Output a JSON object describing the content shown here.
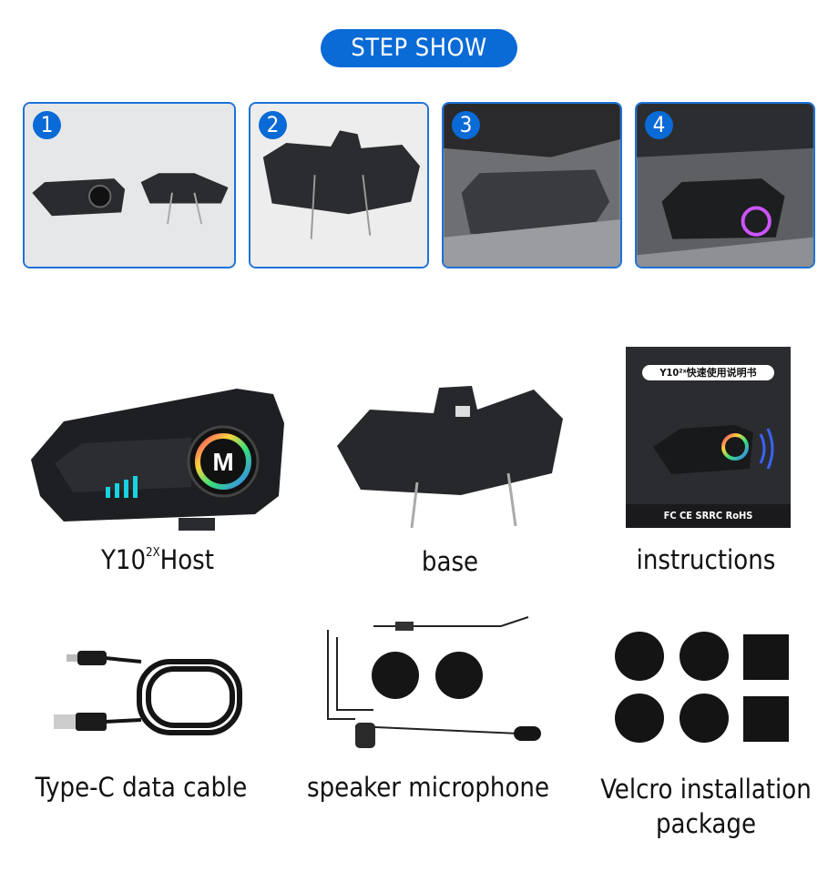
{
  "header": {
    "title": "STEP SHOW",
    "accent_color": "#0a6ad6"
  },
  "steps": [
    {
      "number": "1",
      "image": "host-and-base"
    },
    {
      "number": "2",
      "image": "base-with-clips"
    },
    {
      "number": "3",
      "image": "base-mounted-on-helmet"
    },
    {
      "number": "4",
      "image": "host-mounted-on-helmet"
    }
  ],
  "items": {
    "host": {
      "label_main": "Y10",
      "label_sup": "2X",
      "label_rest": "Host"
    },
    "base": {
      "label": "base"
    },
    "instructions": {
      "label": "instructions",
      "booklet_title": "Y10²ˣ快速使用说明书",
      "cert_marks": "FC CE SRRC RoHS"
    },
    "cable": {
      "label": "Type-C data cable"
    },
    "speaker": {
      "label": "speaker microphone"
    },
    "velcro": {
      "label_line1": "Velcro installation",
      "label_line2": "package"
    }
  }
}
